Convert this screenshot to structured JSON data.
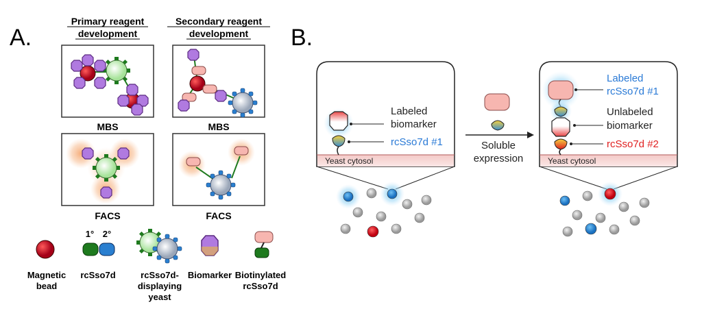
{
  "panel_a": {
    "label": "A.",
    "col1_header": [
      "Primary reagent",
      "development"
    ],
    "col2_header": [
      "Secondary reagent",
      "development"
    ],
    "box_labels": {
      "top_left": "MBS",
      "top_right": "MBS",
      "bottom_left": "FACS",
      "bottom_right": "FACS"
    },
    "legend": {
      "magnetic_bead": [
        "Magnetic",
        "bead"
      ],
      "rcsso7d": "rcSso7d",
      "primary_mark": "1°",
      "secondary_mark": "2°",
      "yeast": [
        "rcSso7d-",
        "displaying",
        "yeast"
      ],
      "biomarker": "Biomarker",
      "biotinylated": [
        "Biotinylated",
        "rcSso7d"
      ]
    }
  },
  "panel_b": {
    "label": "B.",
    "left": {
      "labeled_biomarker": [
        "Labeled",
        "biomarker"
      ],
      "binder": "rcSso7d #1",
      "cytosol": "Yeast cytosol"
    },
    "arrow": [
      "Soluble",
      "expression"
    ],
    "right": {
      "labeled_binder": [
        "Labeled",
        "rcSso7d #1"
      ],
      "unlabeled_biomarker": [
        "Unlabeled",
        "biomarker"
      ],
      "binder2": "rcSso7d #2",
      "cytosol": "Yeast cytosol"
    }
  },
  "colors": {
    "bead": "#c8102e",
    "green": "#1e7a1e",
    "blue": "#3a8fd0",
    "purple": "#a96bd6",
    "pink": "#f5b4ae",
    "yellow": "#f0c030",
    "orange_glow": "#f5a46b",
    "blue_glow": "#6fc3f0",
    "label_blue": "#2a7ad6",
    "label_red": "#e02020"
  }
}
